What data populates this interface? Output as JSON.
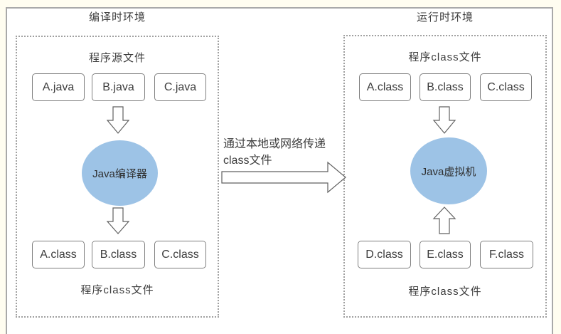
{
  "diagram": {
    "compile_env": {
      "title": "编译时环境",
      "source_label": "程序源文件",
      "source_files": [
        "A.java",
        "B.java",
        "C.java"
      ],
      "processor": "Java编译器",
      "output_files": [
        "A.class",
        "B.class",
        "C.class"
      ],
      "output_label": "程序class文件"
    },
    "runtime_env": {
      "title": "运行时环境",
      "input_label": "程序class文件",
      "input_files": [
        "A.class",
        "B.class",
        "C.class"
      ],
      "processor": "Java虚拟机",
      "library_files": [
        "D.class",
        "E.class",
        "F.class"
      ],
      "library_label": "程序class文件"
    },
    "transfer_note": {
      "line1": "通过本地或网络传递",
      "line2": "class文件"
    },
    "icons": {
      "down_arrow": "hollow-outline-arrow-down",
      "up_arrow": "hollow-outline-arrow-up",
      "right_arrow": "hollow-outline-arrow-right"
    },
    "colors": {
      "node_fill": "#9DC3E6",
      "box_border": "#7F7F7F",
      "dotted_border": "#A0A0A0",
      "frame_border": "#A9A9A9",
      "text": "#3D3D3D",
      "page_background": "#FFFDF0"
    }
  }
}
